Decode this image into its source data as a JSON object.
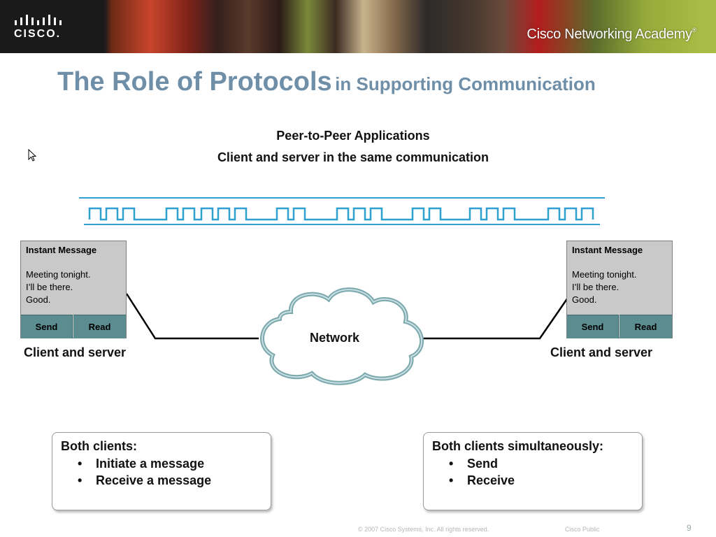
{
  "banner": {
    "logo_text": "CISCO.",
    "academy": "Cisco Networking Academy",
    "academy_mark": "®"
  },
  "title": {
    "main": "The Role of Protocols",
    "sub": "in Supporting Communication"
  },
  "diagram": {
    "heading1": "Peer-to-Peer Applications",
    "heading2": "Client and server in the same communication",
    "network_label": "Network",
    "left_window": {
      "title": "Instant Message",
      "lines": [
        "Meeting tonight.",
        "I’ll be there.",
        "Good."
      ],
      "send": "Send",
      "read": "Read"
    },
    "right_window": {
      "title": "Instant Message",
      "lines": [
        "Meeting tonight.",
        "I’ll be there.",
        "Good."
      ],
      "send": "Send",
      "read": "Read"
    },
    "left_label": "Client and server",
    "right_label": "Client and server",
    "colors": {
      "wave": "#2fa0d0",
      "button": "#5b8c90",
      "cloud_stroke": "#7aa8ac",
      "title": "#6f8fa9"
    }
  },
  "info_left": {
    "heading": "Both clients:",
    "items": [
      "Initiate a message",
      "Receive a message"
    ]
  },
  "info_right": {
    "heading": "Both clients simultaneously:",
    "items": [
      "Send",
      "Receive"
    ]
  },
  "footer": {
    "copyright": "© 2007 Cisco Systems, Inc. All rights reserved.",
    "classification": "Cisco Public",
    "page_number": "9"
  }
}
